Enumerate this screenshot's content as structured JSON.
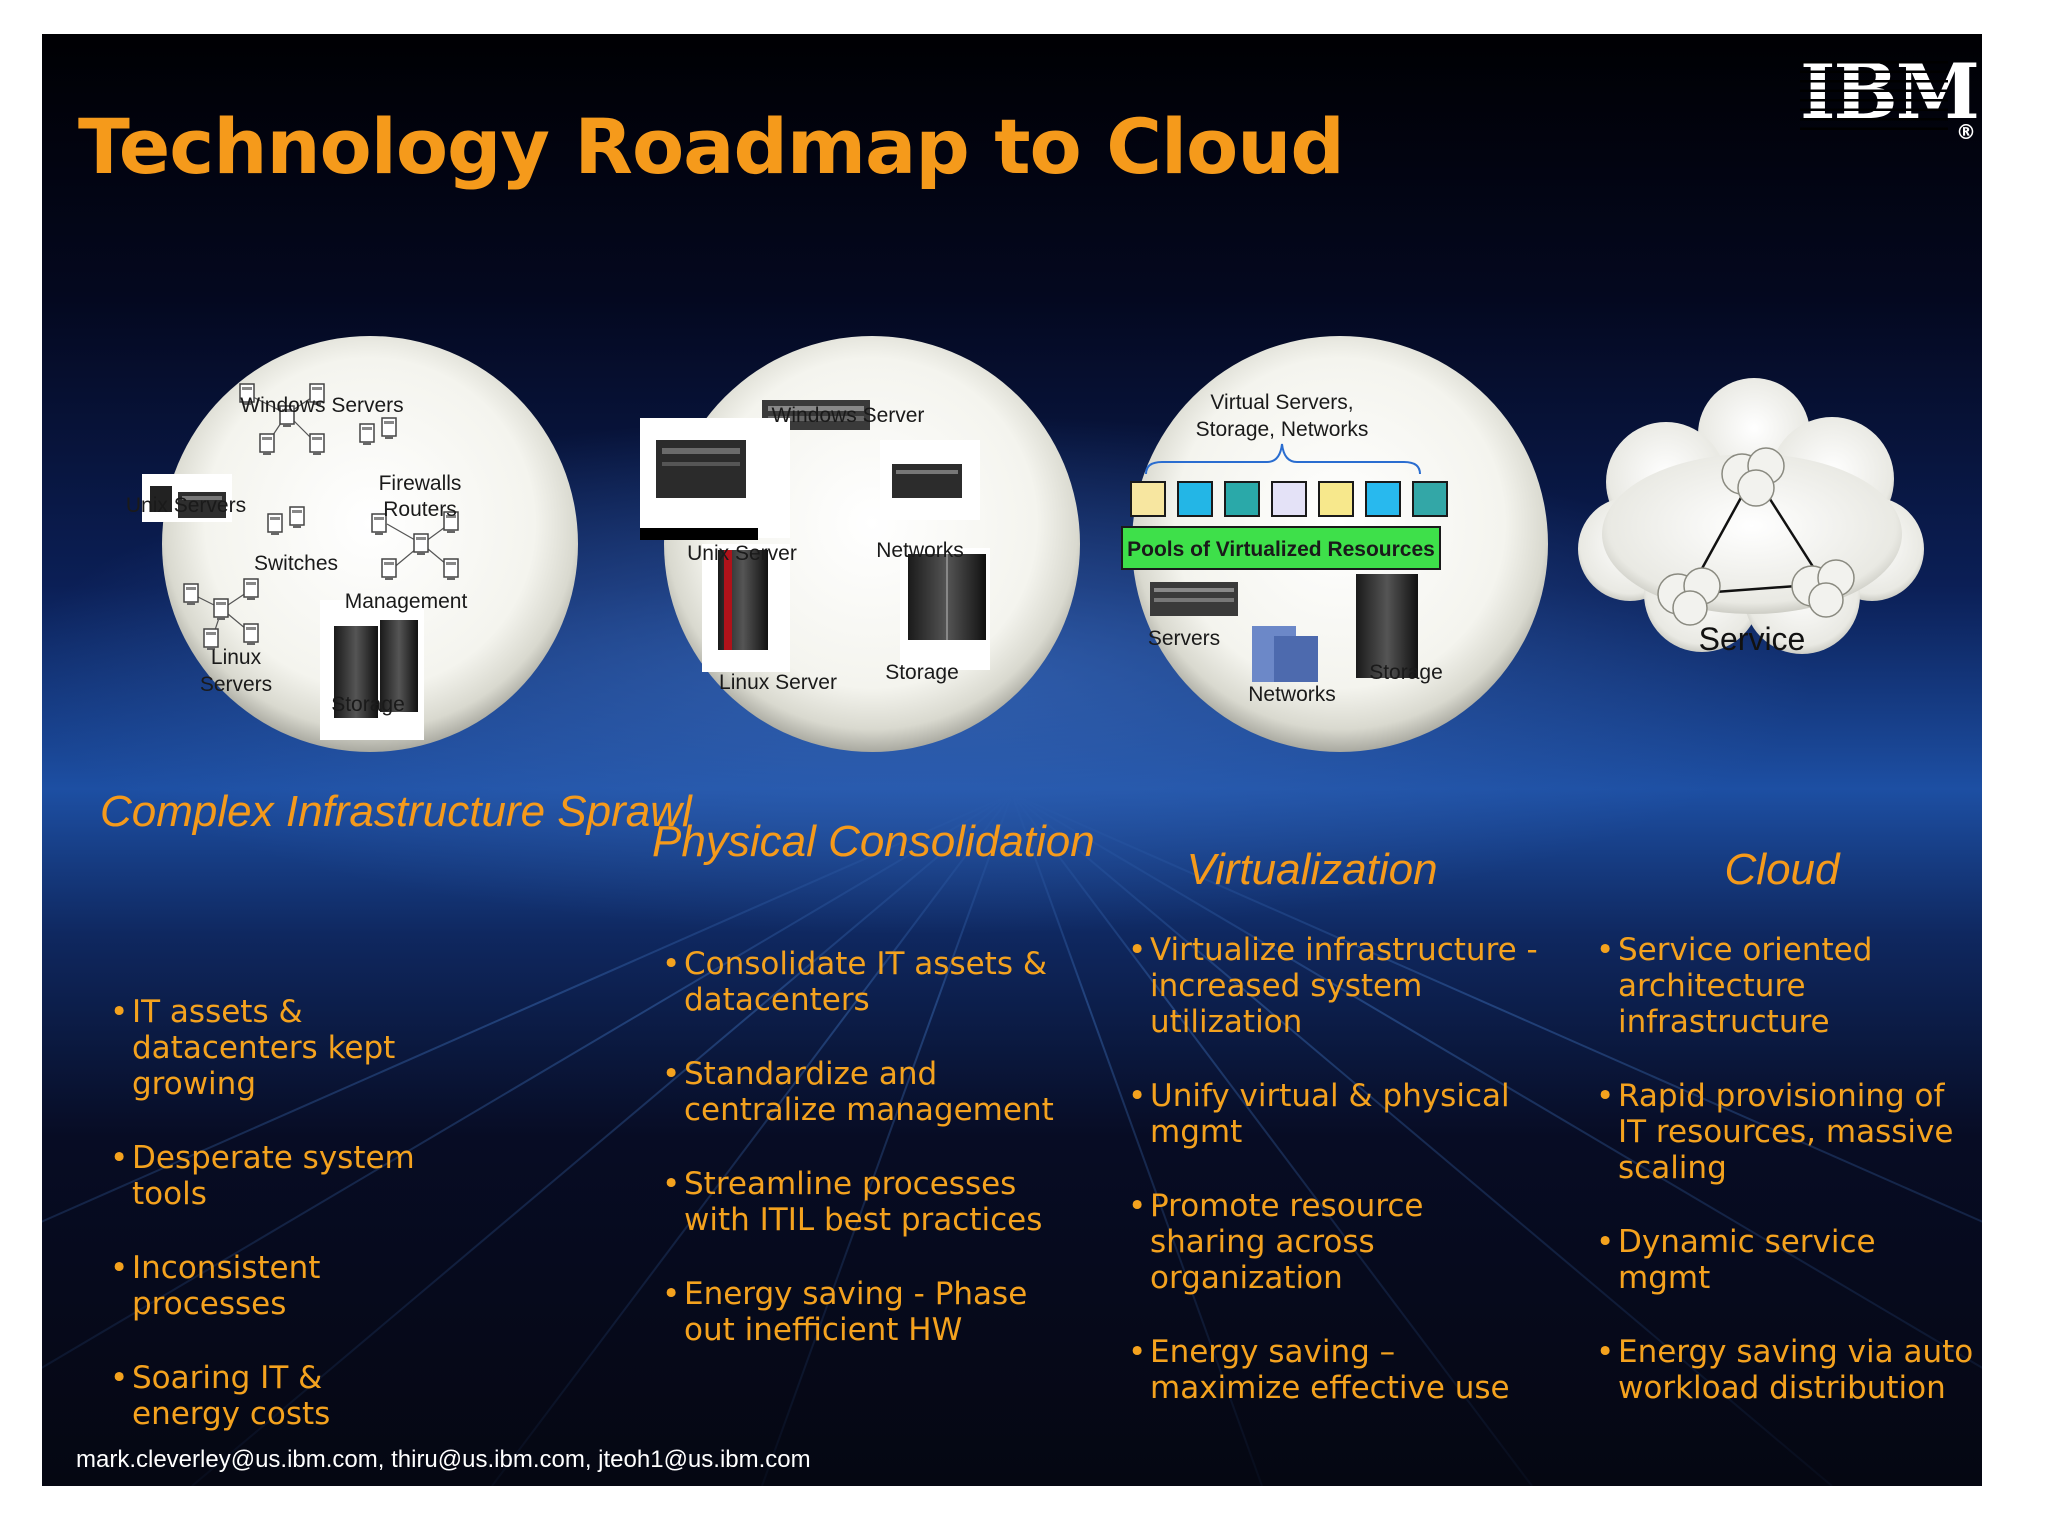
{
  "title": "Technology Roadmap to Cloud",
  "logo": {
    "text": "IBM",
    "registered": "®"
  },
  "circles": {
    "sprawl": {
      "windows_servers": "Windows Servers",
      "unix_servers": "Unix Servers",
      "firewalls": "Firewalls",
      "routers": "Routers",
      "switches": "Switches",
      "management": "Management",
      "linux": "Linux",
      "servers": "Servers",
      "storage": "Storage"
    },
    "consolidation": {
      "windows_server": "Windows Server",
      "unix_server": "Unix Server",
      "networks": "Networks",
      "linux_server": "Linux Server",
      "storage": "Storage"
    },
    "virtualization": {
      "virtual_line1": "Virtual Servers,",
      "virtual_line2": "Storage, Networks",
      "pool_label": "Pools of Virtualized Resources",
      "servers": "Servers",
      "networks": "Networks",
      "storage": "Storage"
    },
    "cloud": {
      "service": "Service"
    }
  },
  "pool_colors": [
    "#f7e6a0",
    "#23b6e6",
    "#2aa9a9",
    "#e4e2f7",
    "#f7e88c",
    "#28b9ee",
    "#33a7a7"
  ],
  "stages": [
    {
      "label": "Complex Infrastructure Sprawl",
      "bullets": [
        "IT assets & datacenters  kept growing",
        "Desperate system tools",
        "Inconsistent processes",
        "Soaring IT & energy costs"
      ]
    },
    {
      "label": "Physical Consolidation",
      "bullets": [
        "Consolidate IT assets & datacenters",
        "Standardize and centralize management",
        "Streamline processes with ITIL best practices",
        "Energy saving - Phase out inefficient HW"
      ]
    },
    {
      "label": "Virtualization",
      "bullets": [
        "Virtualize infrastructure - increased system utilization",
        "Unify virtual & physical mgmt",
        "Promote resource sharing across organization",
        "Energy saving – maximize effective use"
      ]
    },
    {
      "label": "Cloud",
      "bullets": [
        "Service oriented architecture infrastructure",
        "Rapid provisioning of IT resources, massive scaling",
        "Dynamic service mgmt",
        "Energy saving via auto workload distribution"
      ]
    }
  ],
  "footer": "mark.cleverley@us.ibm.com,   thiru@us.ibm.com,   jteoh1@us.ibm.com",
  "colors": {
    "accent": "#f59a1b",
    "arrow": "#c8141c",
    "pool_green": "#3ee04a"
  }
}
